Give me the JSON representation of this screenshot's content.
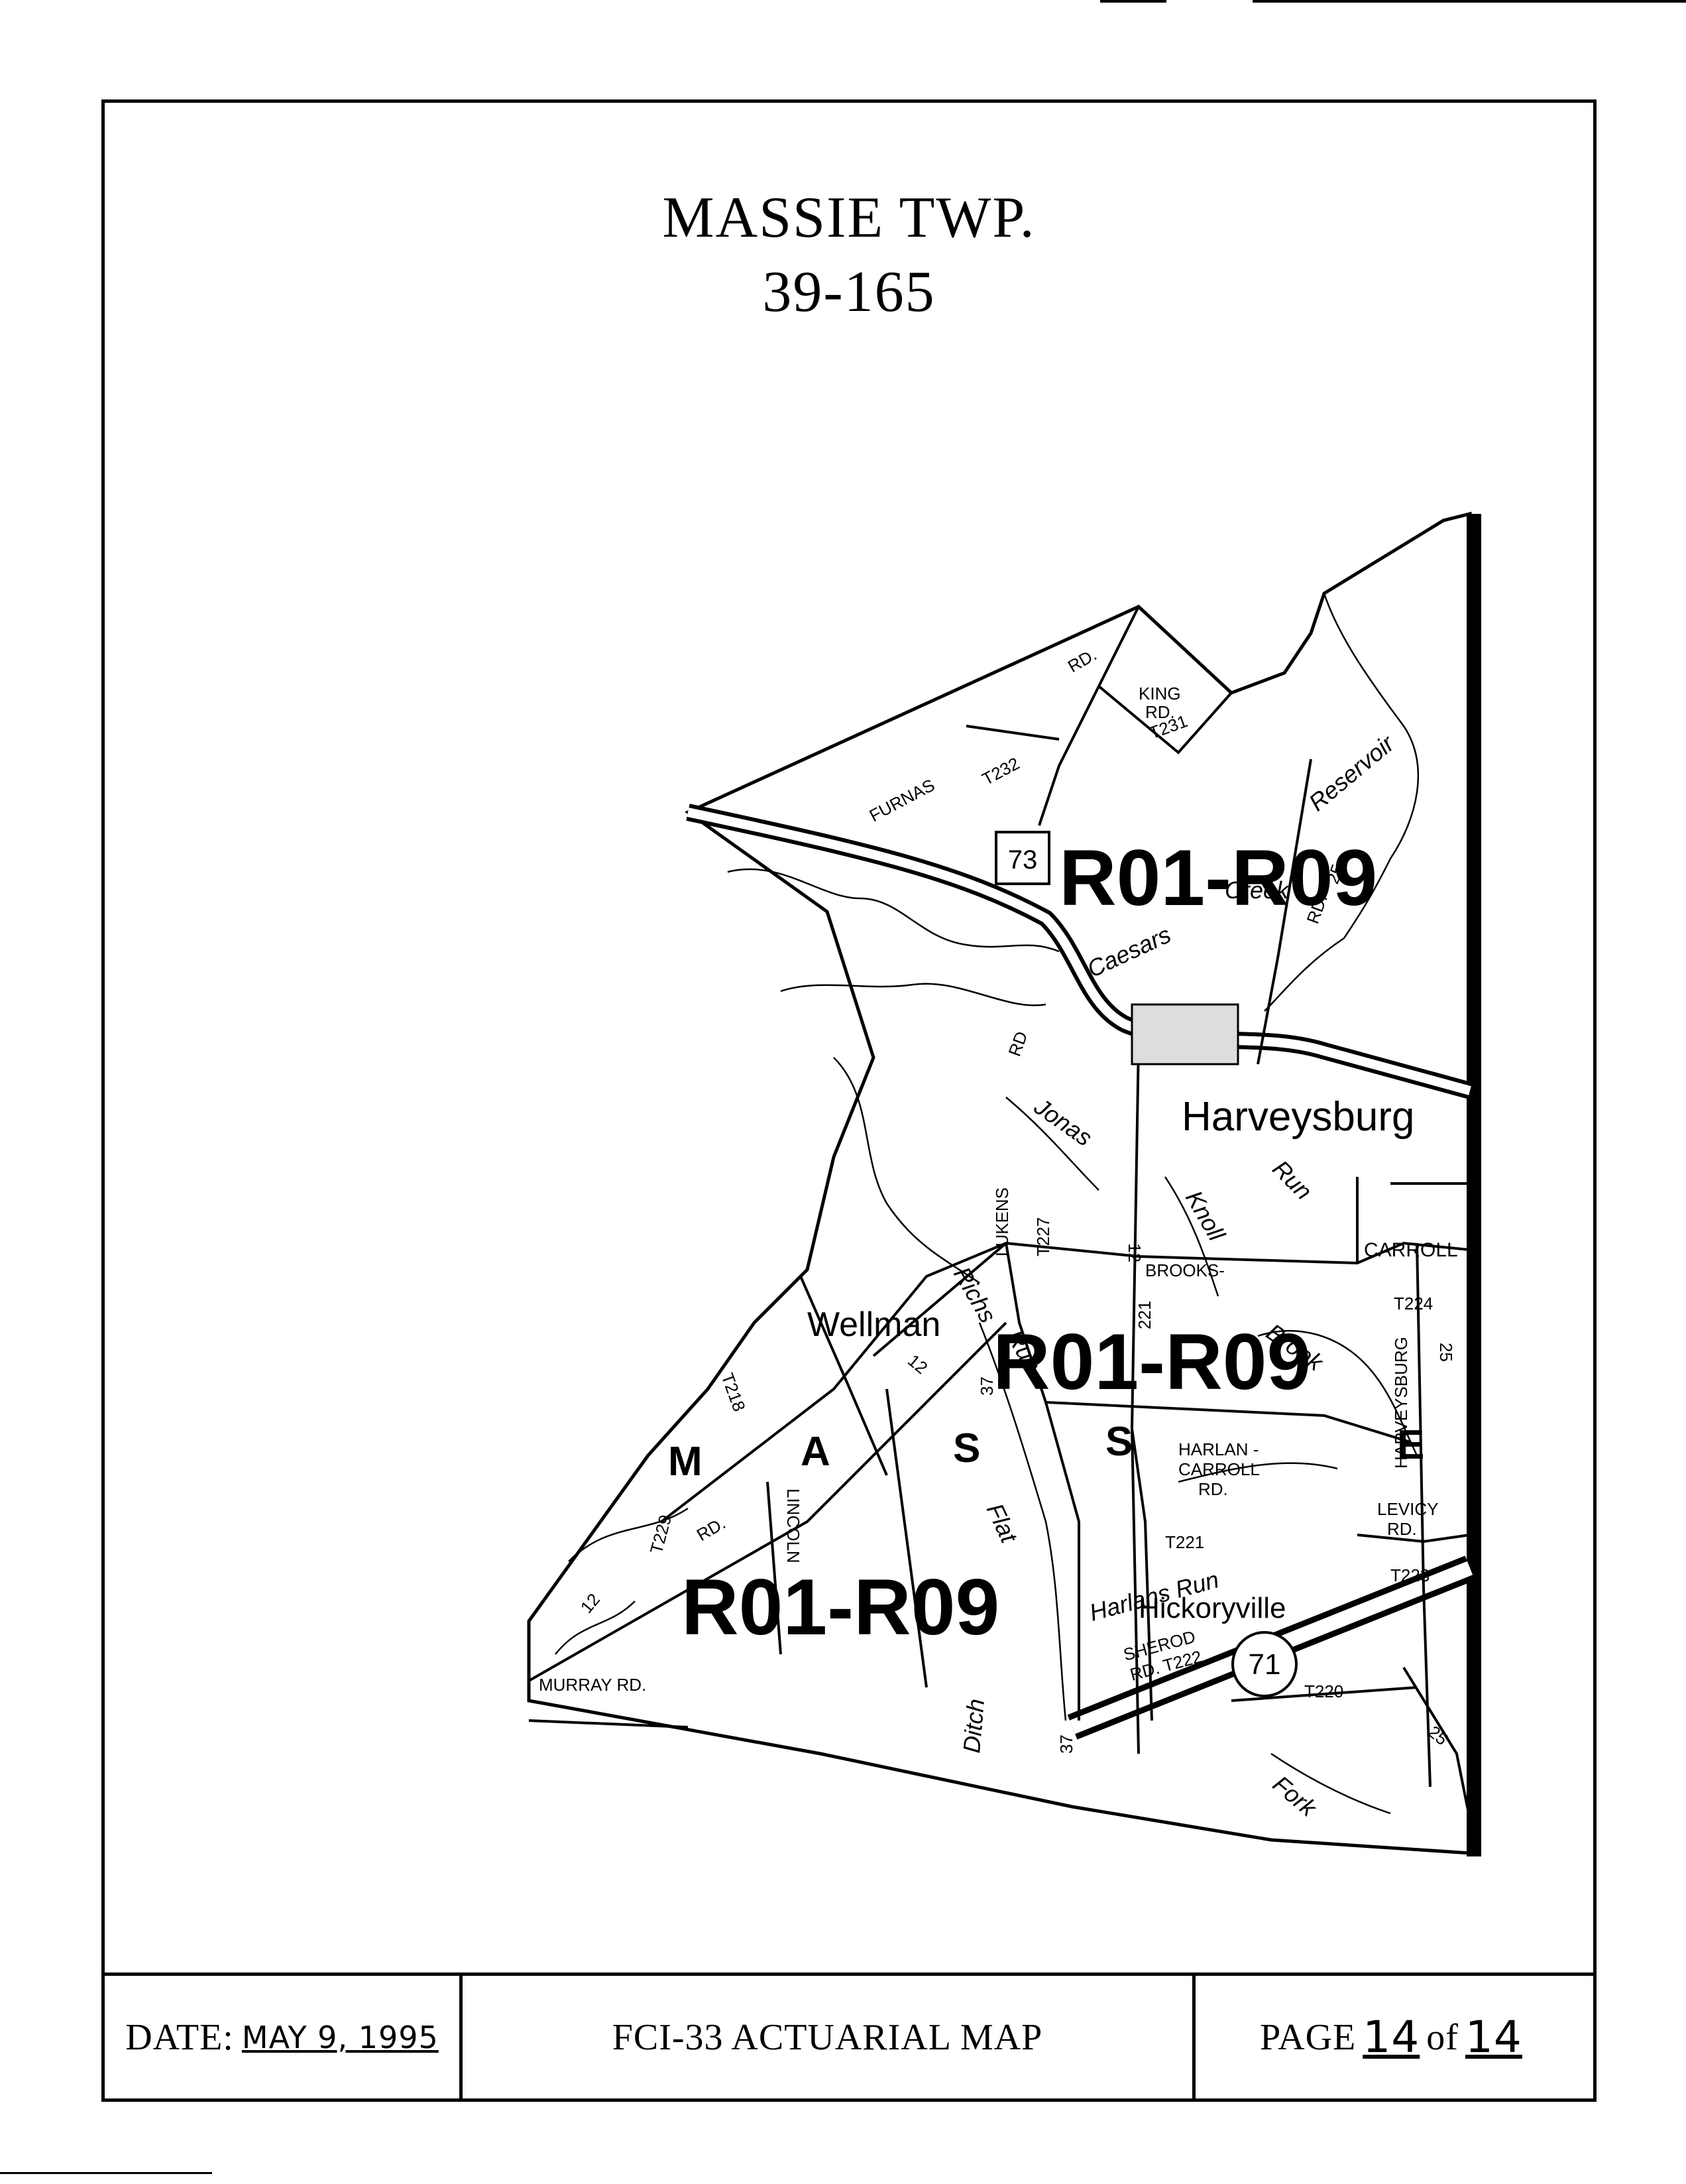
{
  "title": {
    "line1": "MASSIE TWP.",
    "line2": "39-165"
  },
  "map": {
    "unit_labels": [
      "R01-R09",
      "R01-R09",
      "R01-R09"
    ],
    "places": [
      "Harveysburg",
      "Wellman",
      "Hickoryville"
    ],
    "township_letters": [
      "M",
      "A",
      "S",
      "S",
      "E"
    ],
    "road_labels": {
      "furnas": "FURNAS",
      "rd_top": "RD.",
      "t232": "T232",
      "king": "KING",
      "king_rd": "RD.",
      "t231": "T231",
      "rte73": "73",
      "rd25": "RD.",
      "num25": "25",
      "rd_mid": "RD",
      "lukens": "LUKENS",
      "t227": "T227",
      "num12a": "12",
      "brooks": "BROOKS-",
      "carroll": "CARROLL",
      "t224": "T224",
      "harveysburg_rd": "HARVEYSBURG",
      "num25b": "25",
      "num221": "221",
      "num37a": "37",
      "num12b": "12",
      "t218": "T218",
      "t229": "T229",
      "rd_left": "RD.",
      "num12c": "12",
      "lincoln": "LINCOLN",
      "harlan1": "HARLAN -",
      "harlan2": "CARROLL",
      "harlan3": "RD.",
      "levi1": "LEVICY",
      "levi2": "RD.",
      "t221": "T221",
      "t223": "T223",
      "sherod1": "SHEROD",
      "sherod2": "RD. T222",
      "rte71": "71",
      "t220": "T220",
      "num25c": "25",
      "murray": "MURRAY RD.",
      "num37b": "37"
    },
    "water_labels": [
      "Caesars",
      "Creek",
      "Reservoir",
      "Jonas",
      "Run",
      "Knoll",
      "Richs",
      "Run",
      "Brook",
      "Flat",
      "Ditch",
      "Harlans Run",
      "Fork"
    ]
  },
  "footer": {
    "date_label": "DATE:",
    "date_value": "MAY 9, 1995",
    "center": "FCI-33 ACTUARIAL MAP",
    "page_label": "PAGE",
    "page_num": "14",
    "page_of": "of",
    "page_total": "14"
  }
}
